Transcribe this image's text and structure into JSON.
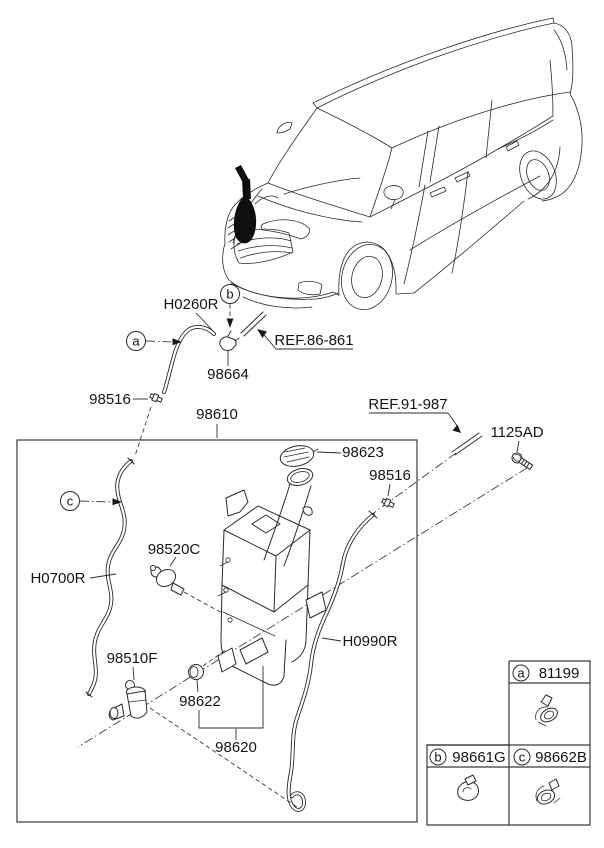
{
  "diagram": {
    "callouts": {
      "a": "a",
      "b": "b",
      "c": "c"
    },
    "part_labels": {
      "h0260r": "H0260R",
      "ref_86_861": "REF.86-861",
      "n98664": "98664",
      "n98516_top": "98516",
      "n98610": "98610",
      "ref_91_987": "REF.91-987",
      "n1125ad": "1125AD",
      "n98623": "98623",
      "n98516_right": "98516",
      "n98520c": "98520C",
      "h0700r": "H0700R",
      "h0990r": "H0990R",
      "n98510f": "98510F",
      "n98622": "98622",
      "n98620": "98620"
    },
    "legend": {
      "a": {
        "letter": "a",
        "part": "81199",
        "icon": "tube-clip-icon"
      },
      "b": {
        "letter": "b",
        "part": "98661G",
        "icon": "tube-clip-icon"
      },
      "c": {
        "letter": "c",
        "part": "98662B",
        "icon": "tube-clip-icon"
      }
    }
  }
}
